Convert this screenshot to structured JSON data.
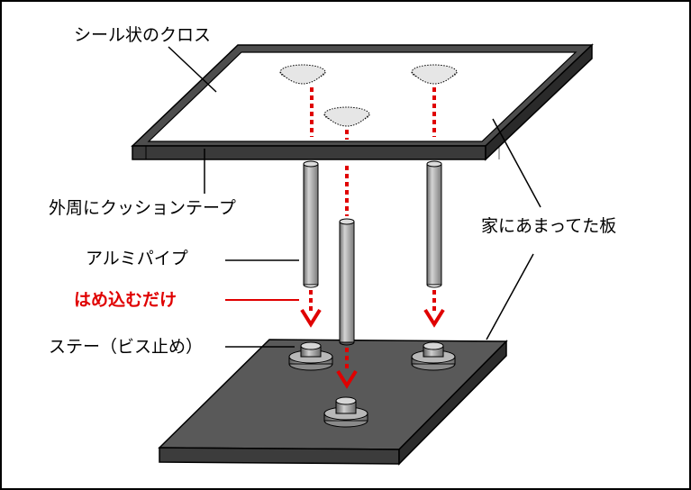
{
  "labels": {
    "cloth": "シール状のクロス",
    "cushion_tape": "外周にクッションテープ",
    "aluminum_pipe": "アルミパイプ",
    "just_insert": "はめ込むだけ",
    "stay": "ステー（ビス止め）",
    "board": "家にあまってた板"
  },
  "colors": {
    "arrow": "#e00000",
    "frame": "#4d4d4d",
    "board": "#595959",
    "pipe": "#a8a8a8"
  }
}
